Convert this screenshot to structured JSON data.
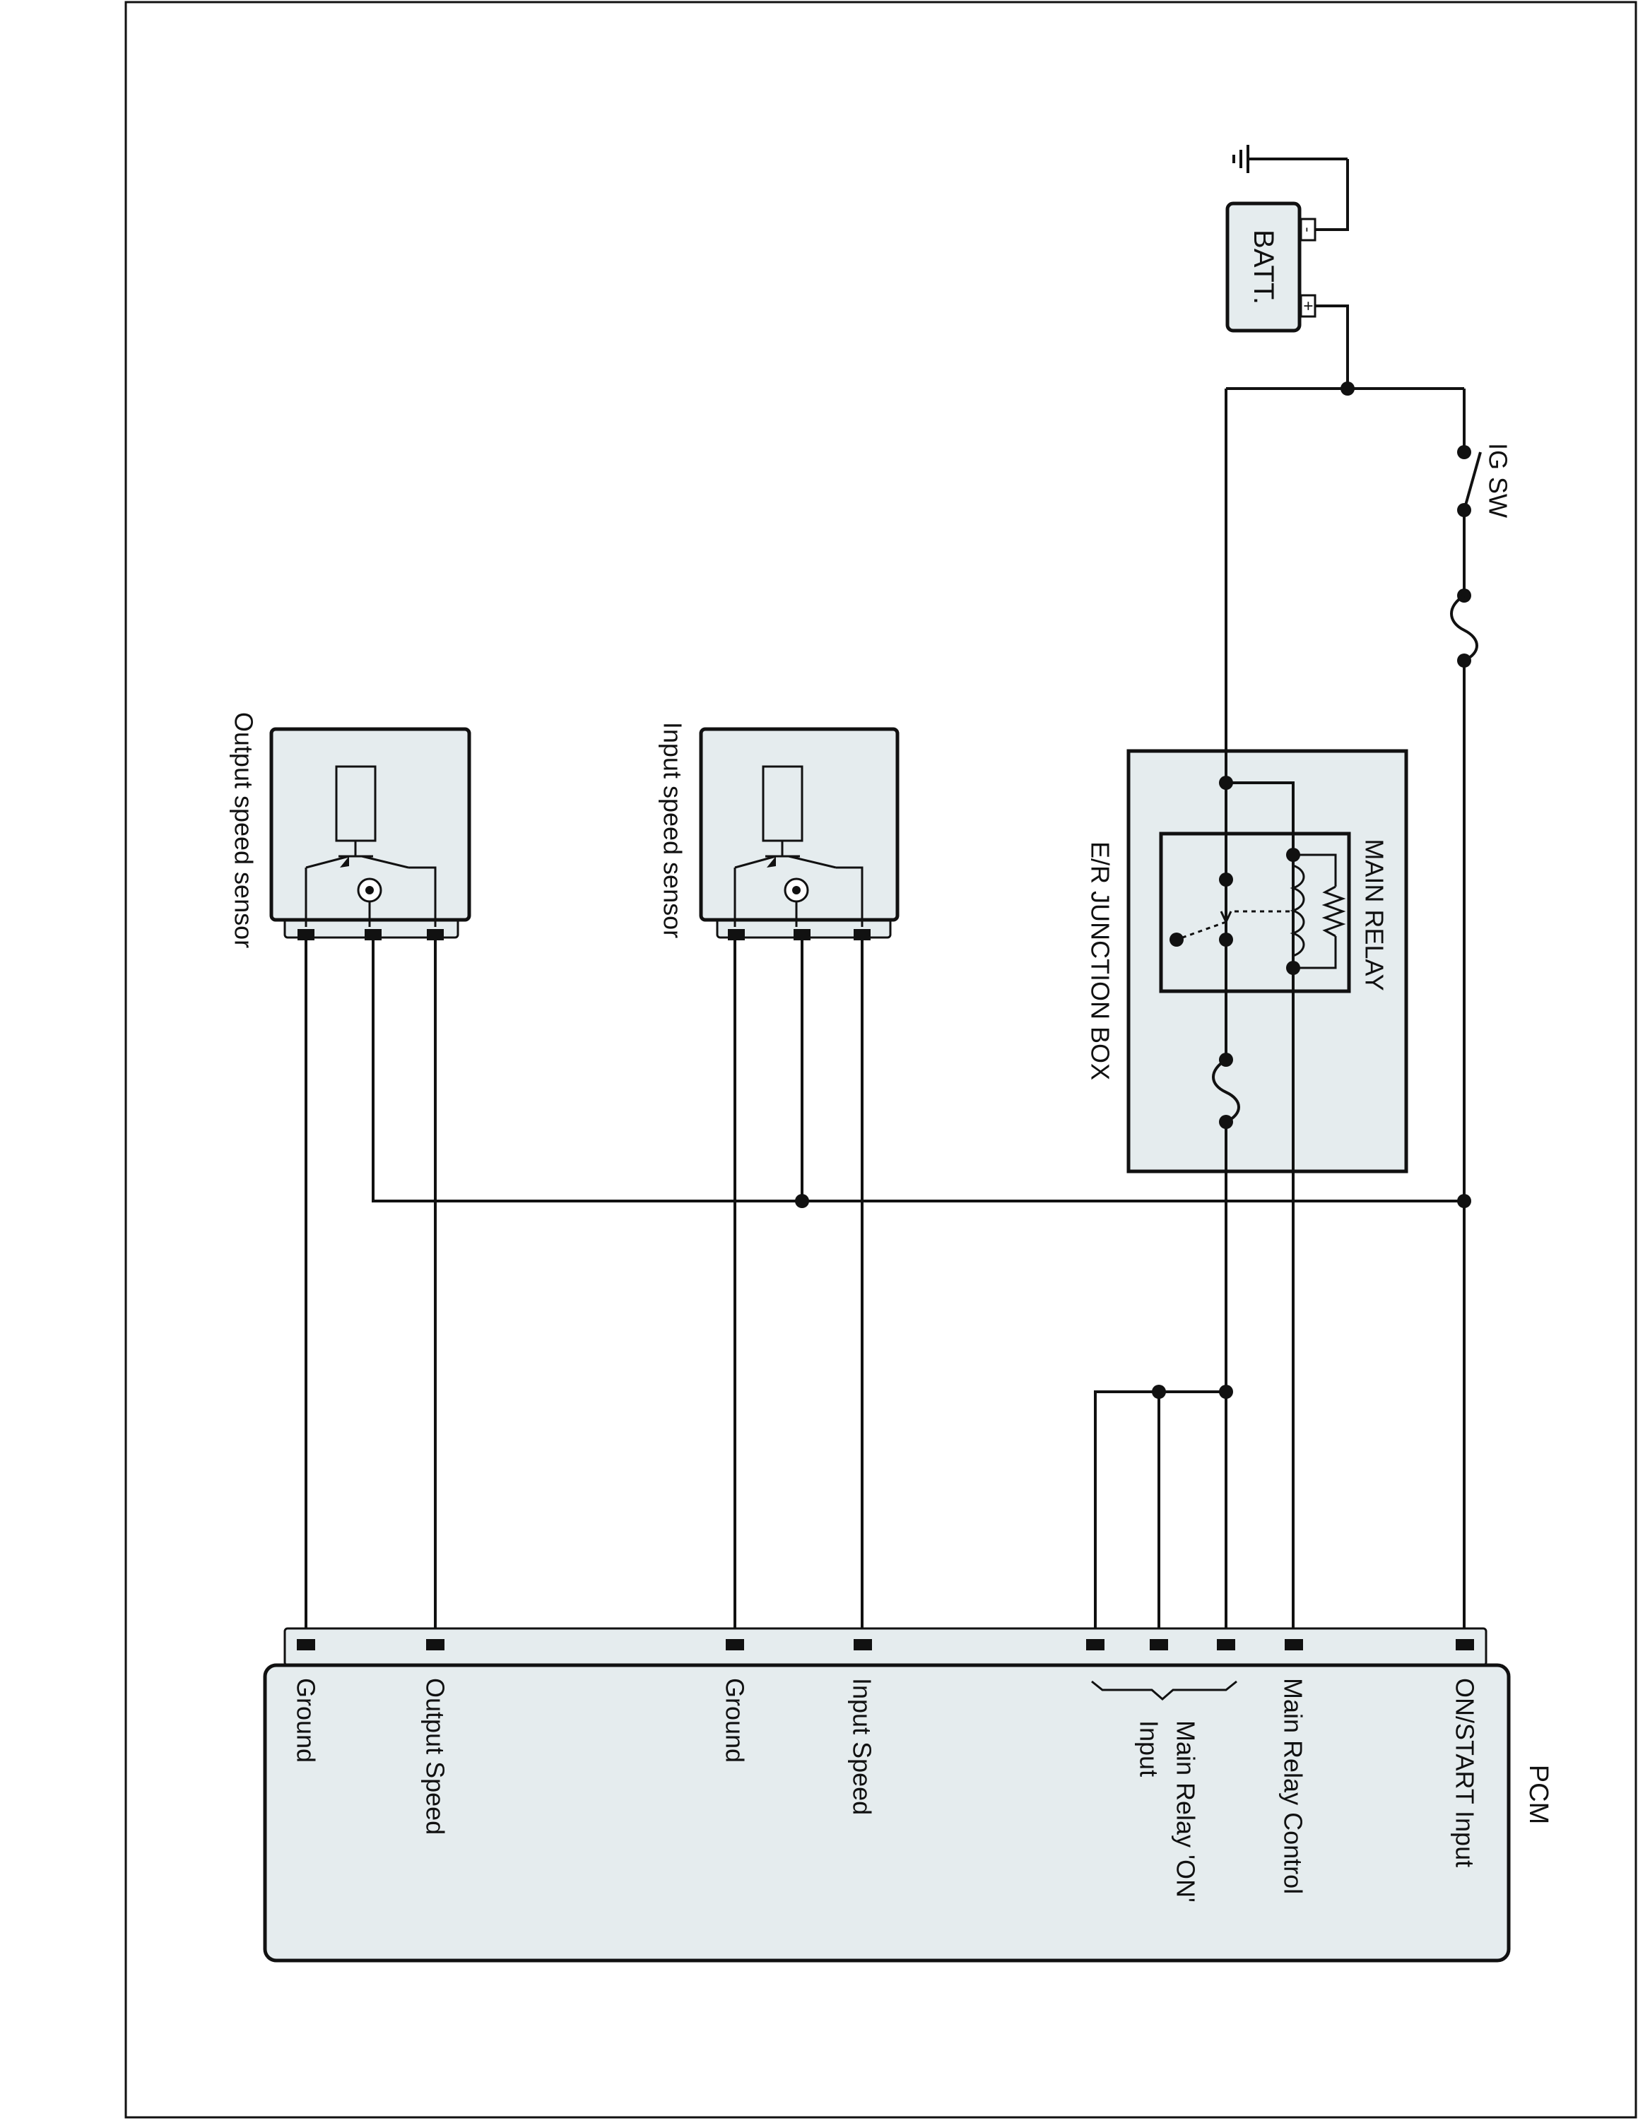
{
  "labels": {
    "batt": "BATT.",
    "batt_neg": "-",
    "batt_pos": "+",
    "ig_sw": "IG SW",
    "main_relay": "MAIN RELAY",
    "er_junction_box": "E/R JUNCTION BOX",
    "input_speed_sensor": "Input speed sensor",
    "output_speed_sensor": "Output speed sensor",
    "pcm": "PCM"
  },
  "pcm_pins": [
    {
      "label": "ON/START Input"
    },
    {
      "label": "Main Relay Control"
    },
    {
      "label": "Main Relay 'ON'"
    },
    {
      "label": "Input"
    },
    {
      "label": "Input Speed"
    },
    {
      "label": "Ground"
    },
    {
      "label": "Output Speed"
    },
    {
      "label": "Ground"
    }
  ],
  "colors": {
    "box_fill": "#e5ecee",
    "line": "#111111"
  }
}
